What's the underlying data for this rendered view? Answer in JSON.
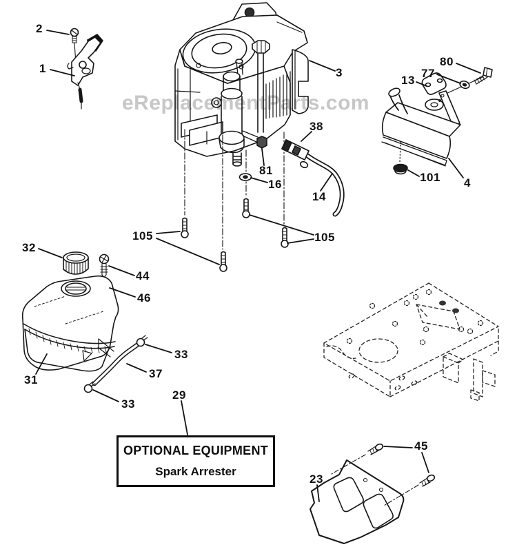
{
  "watermark": "eReplacementParts.com",
  "optional_box": {
    "line1": "OPTIONAL EQUIPMENT",
    "line2": "Spark Arrester"
  },
  "callouts": {
    "part2": "2",
    "part1": "1",
    "part3": "3",
    "part80": "80",
    "part77": "77",
    "part13": "13",
    "part4": "4",
    "part101": "101",
    "part38": "38",
    "part81": "81",
    "part16": "16",
    "part14": "14",
    "part105_left": "105",
    "part105_right": "105",
    "part32": "32",
    "part44": "44",
    "part46": "46",
    "part31": "31",
    "part33_upper": "33",
    "part37": "37",
    "part33_lower": "33",
    "part29": "29",
    "part45": "45",
    "part23": "23"
  },
  "colors": {
    "line": "#161616",
    "watermark": "#c7c7c7",
    "background": "#ffffff"
  }
}
